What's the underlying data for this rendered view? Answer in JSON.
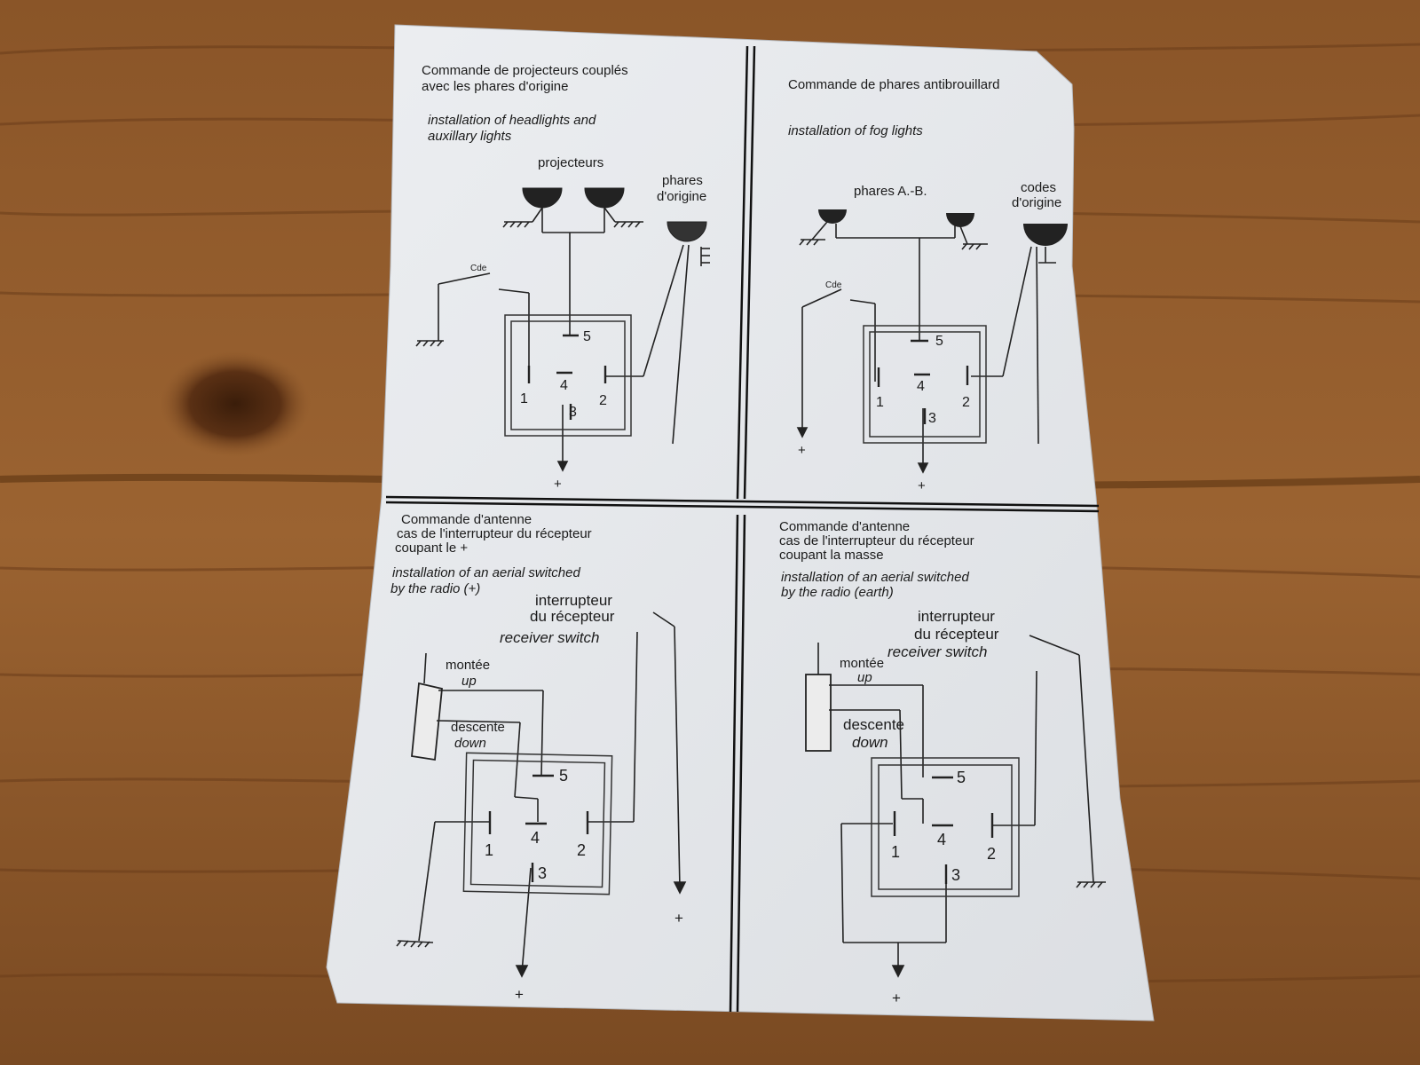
{
  "colors": {
    "wood_dark": "#6e4220",
    "wood_light": "#a56d39",
    "paper": "#e6e7ea",
    "ink": "#1b1b1b"
  },
  "panel_tl": {
    "title_fr_1": "Commande de projecteurs couplés",
    "title_fr_2": "avec les phares d'origine",
    "title_en_1": "installation of headlights and",
    "title_en_2": "auxillary lights",
    "lamp_label": "projecteurs",
    "orig_label_1": "phares",
    "orig_label_2": "d'origine",
    "switch_label": "Cde",
    "pin5": "5",
    "pin4": "4",
    "pin1": "1",
    "pin2": "2",
    "pin3": "3",
    "plus": "+"
  },
  "panel_tr": {
    "title_fr": "Commande de phares antibrouillard",
    "title_en": "installation of fog lights",
    "lamp_label": "phares A.-B.",
    "codes_label_1": "codes",
    "codes_label_2": "d'origine",
    "switch_label": "Cde",
    "pin5": "5",
    "pin4": "4",
    "pin1": "1",
    "pin2": "2",
    "pin3": "3",
    "plus_left": "+",
    "plus_bottom": "+"
  },
  "panel_bl": {
    "title_fr_1": "Commande d'antenne",
    "title_fr_2": "cas de l'interrupteur du récepteur",
    "title_fr_3": "coupant le +",
    "title_en_1": "installation of an aerial switched",
    "title_en_2": "by the radio (+)",
    "switch_fr_1": "interrupteur",
    "switch_fr_2": "du récepteur",
    "switch_en": "receiver switch",
    "up_fr": "montée",
    "up_en": "up",
    "down_fr": "descente",
    "down_en": "down",
    "pin5": "5",
    "pin4": "4",
    "pin1": "1",
    "pin2": "2",
    "pin3": "3",
    "plus_right": "+",
    "plus_bottom": "+"
  },
  "panel_br": {
    "title_fr_1": "Commande d'antenne",
    "title_fr_2": "cas de l'interrupteur du récepteur",
    "title_fr_3": "coupant la masse",
    "title_en_1": "installation of an aerial switched",
    "title_en_2": "by the radio (earth)",
    "switch_fr_1": "interrupteur",
    "switch_fr_2": "du récepteur",
    "switch_en": "receiver switch",
    "up_fr": "montée",
    "up_en": "up",
    "down_fr": "descente",
    "down_en": "down",
    "pin5": "5",
    "pin4": "4",
    "pin1": "1",
    "pin2": "2",
    "pin3": "3",
    "plus_bottom": "+"
  }
}
